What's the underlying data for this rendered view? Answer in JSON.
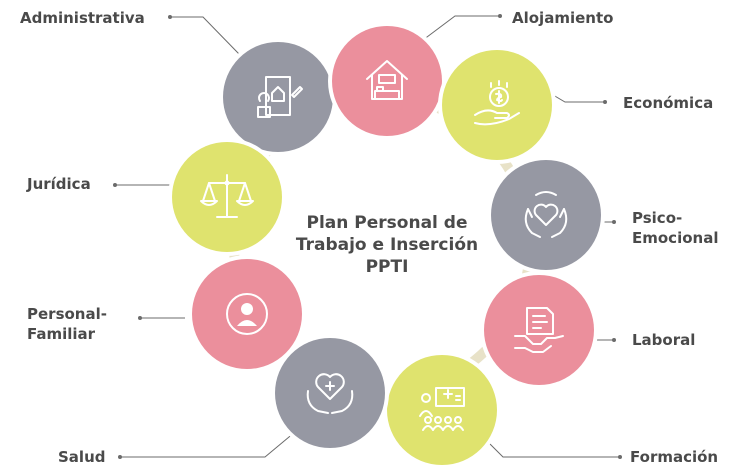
{
  "diagram": {
    "center": {
      "line1": "Plan Personal de",
      "line2": "Trabajo e Inserción",
      "line3": "PPTI"
    },
    "colors": {
      "gray": "#9698a3",
      "pink": "#eb8f9c",
      "yellow": "#dfe36e",
      "ring": "#e8e2c8",
      "text": "#4a4a4a",
      "icon": "#ffffff"
    },
    "nodes": [
      {
        "id": "administrativa",
        "label_lines": [
          "Administrativa"
        ],
        "color": "gray",
        "icon": "document-house-icon"
      },
      {
        "id": "alojamiento",
        "label_lines": [
          "Alojamiento"
        ],
        "color": "pink",
        "icon": "house-icon"
      },
      {
        "id": "economica",
        "label_lines": [
          "Económica"
        ],
        "color": "yellow",
        "icon": "money-hand-icon"
      },
      {
        "id": "psico-emocional",
        "label_lines": [
          "Psico-",
          "Emocional"
        ],
        "color": "gray",
        "icon": "hands-heart-icon"
      },
      {
        "id": "laboral",
        "label_lines": [
          "Laboral"
        ],
        "color": "pink",
        "icon": "handshake-icon"
      },
      {
        "id": "formacion",
        "label_lines": [
          "Formación"
        ],
        "color": "yellow",
        "icon": "classroom-icon"
      },
      {
        "id": "salud",
        "label_lines": [
          "Salud"
        ],
        "color": "gray",
        "icon": "heart-care-icon"
      },
      {
        "id": "personal-familiar",
        "label_lines": [
          "Personal-",
          "Familiar"
        ],
        "color": "pink",
        "icon": "person-icon"
      },
      {
        "id": "juridica",
        "label_lines": [
          "Jurídica"
        ],
        "color": "yellow",
        "icon": "scales-icon"
      }
    ]
  }
}
